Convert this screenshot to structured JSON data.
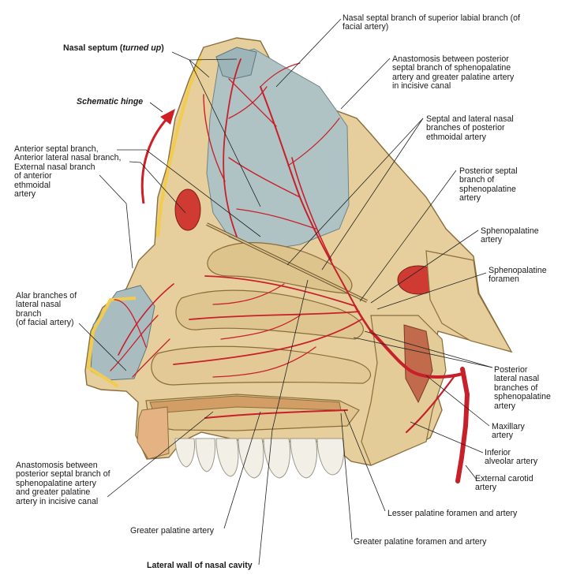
{
  "labels": {
    "nasal_septum_a": "Nasal septum (",
    "nasal_septum_b": "turned up",
    "nasal_septum_c": ")",
    "schematic_hinge": "Schematic hinge",
    "anterior_group": "Anterior septal branch,\nAnterior lateral nasal branch,\nExternal nasal branch\nof anterior\nethmoidal\nartery",
    "alar": "Alar branches of\nlateral nasal\nbranch\n(of facial artery)",
    "anastomosis_lower": "Anastomosis between\nposterior septal branch of\nsphenopalatine artery\nand greater palatine\nartery in incisive canal",
    "greater_palatine_artery": "Greater palatine artery",
    "lateral_wall": "Lateral wall of nasal cavity",
    "nasal_septal_branch": "Nasal septal branch of superior labial branch (of\nfacial artery)",
    "anastomosis_upper": "Anastomosis between posterior\nseptal branch of sphenopalatine\nartery and greater palatine artery\nin incisive canal",
    "septal_lateral_ethmoidal": "Septal and lateral nasal\nbranches of posterior\nethmoidal artery",
    "posterior_septal": "Posterior septal\nbranch of\nsphenopalatine\nartery",
    "sphenopalatine_artery": "Sphenopalatine\nartery",
    "sphenopalatine_foramen": "Sphenopalatine\nforamen",
    "posterior_lateral_nasal": "Posterior\nlateral nasal\nbranches of\nsphenopalatine\nartery",
    "maxillary": "Maxillary\nartery",
    "inferior_alveolar": "Inferior\nalveolar artery",
    "external_carotid": "External carotid\nartery",
    "lesser_palatine": "Lesser palatine foramen and artery",
    "greater_palatine_foramen": "Greater palatine foramen and artery"
  },
  "colors": {
    "artery": "#c8202a",
    "bone": "#e8d2a0",
    "mucosa": "#a9bfc2",
    "cartilage": "#9fb7ba",
    "fat": "#f3cf55",
    "leader": "#222222"
  },
  "icons": {
    "hinge_arrow": "curved-arrow-icon"
  }
}
